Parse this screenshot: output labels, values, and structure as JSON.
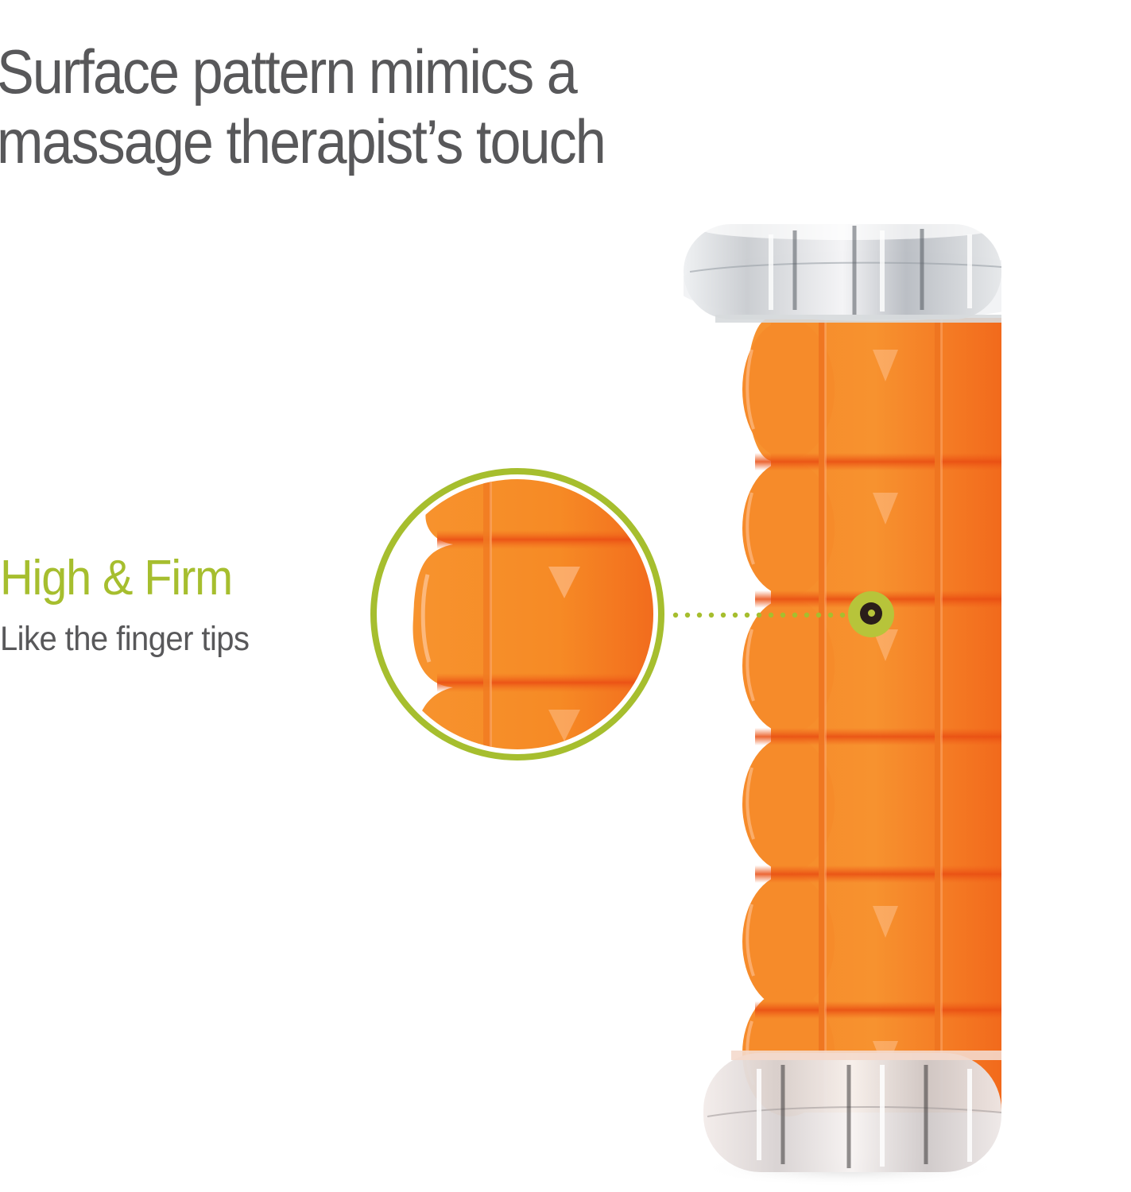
{
  "headline": {
    "line1": "Surface pattern mimics a",
    "line2": "massage therapist’s touch"
  },
  "callout": {
    "title": "High & Firm",
    "subtitle": "Like the finger tips"
  },
  "product": {
    "name": "foot roller",
    "body_color": "#f5821f",
    "cap_material": "clear",
    "nub_rows": 6,
    "nub_columns_visible": 3
  },
  "colors": {
    "headline_text": "#58585a",
    "accent_green": "#a6be2e",
    "marker_center": "#2a1d1a",
    "background": "#ffffff"
  },
  "icons": {
    "marker": "target-dot-icon",
    "leader": "dotted-leader-line"
  }
}
